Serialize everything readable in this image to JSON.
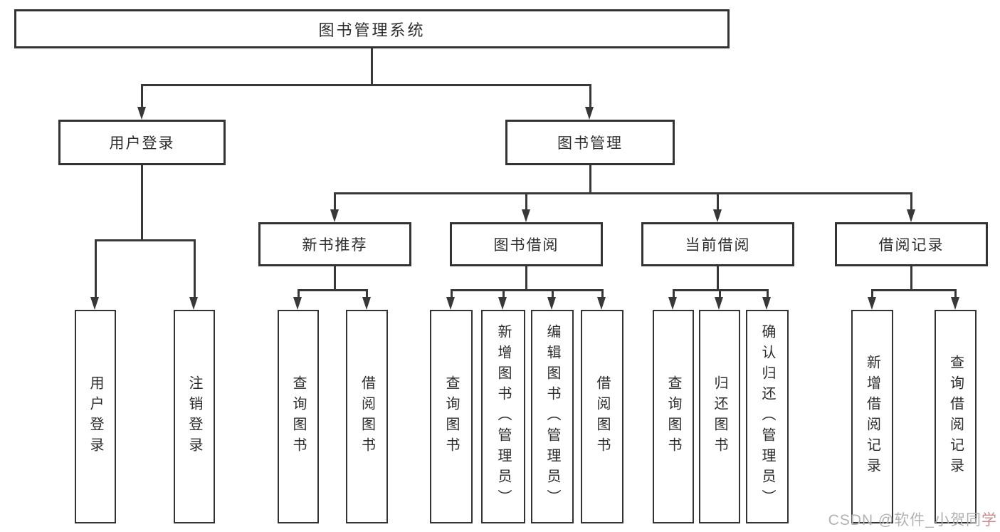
{
  "tree": {
    "label": "图书管理系统",
    "children": [
      {
        "label": "用户登录",
        "children": [
          {
            "label": "用户登录"
          },
          {
            "label": "注销登录"
          }
        ]
      },
      {
        "label": "图书管理",
        "children": [
          {
            "label": "新书推荐",
            "children": [
              {
                "label": "查询图书"
              },
              {
                "label": "借阅图书"
              }
            ]
          },
          {
            "label": "图书借阅",
            "children": [
              {
                "label": "查询图书"
              },
              {
                "label": "新增图书（管理员）"
              },
              {
                "label": "编辑图书（管理员）"
              },
              {
                "label": "借阅图书"
              }
            ]
          },
          {
            "label": "当前借阅",
            "children": [
              {
                "label": "查询图书"
              },
              {
                "label": "归还图书"
              },
              {
                "label": "确认归还（管理员）"
              }
            ]
          },
          {
            "label": "借阅记录",
            "children": [
              {
                "label": "新增借阅记录"
              },
              {
                "label": "查询借阅记录"
              }
            ]
          }
        ]
      }
    ]
  },
  "watermark": {
    "main": "CSDN @软件_小贺同",
    "accent": "学"
  },
  "colors": {
    "background": "#ffffff",
    "box_border": "#333333",
    "line": "#383838",
    "text": "#2e2e2e",
    "watermark": "#b3b1b1",
    "watermark_accent": "#c98c8c"
  }
}
